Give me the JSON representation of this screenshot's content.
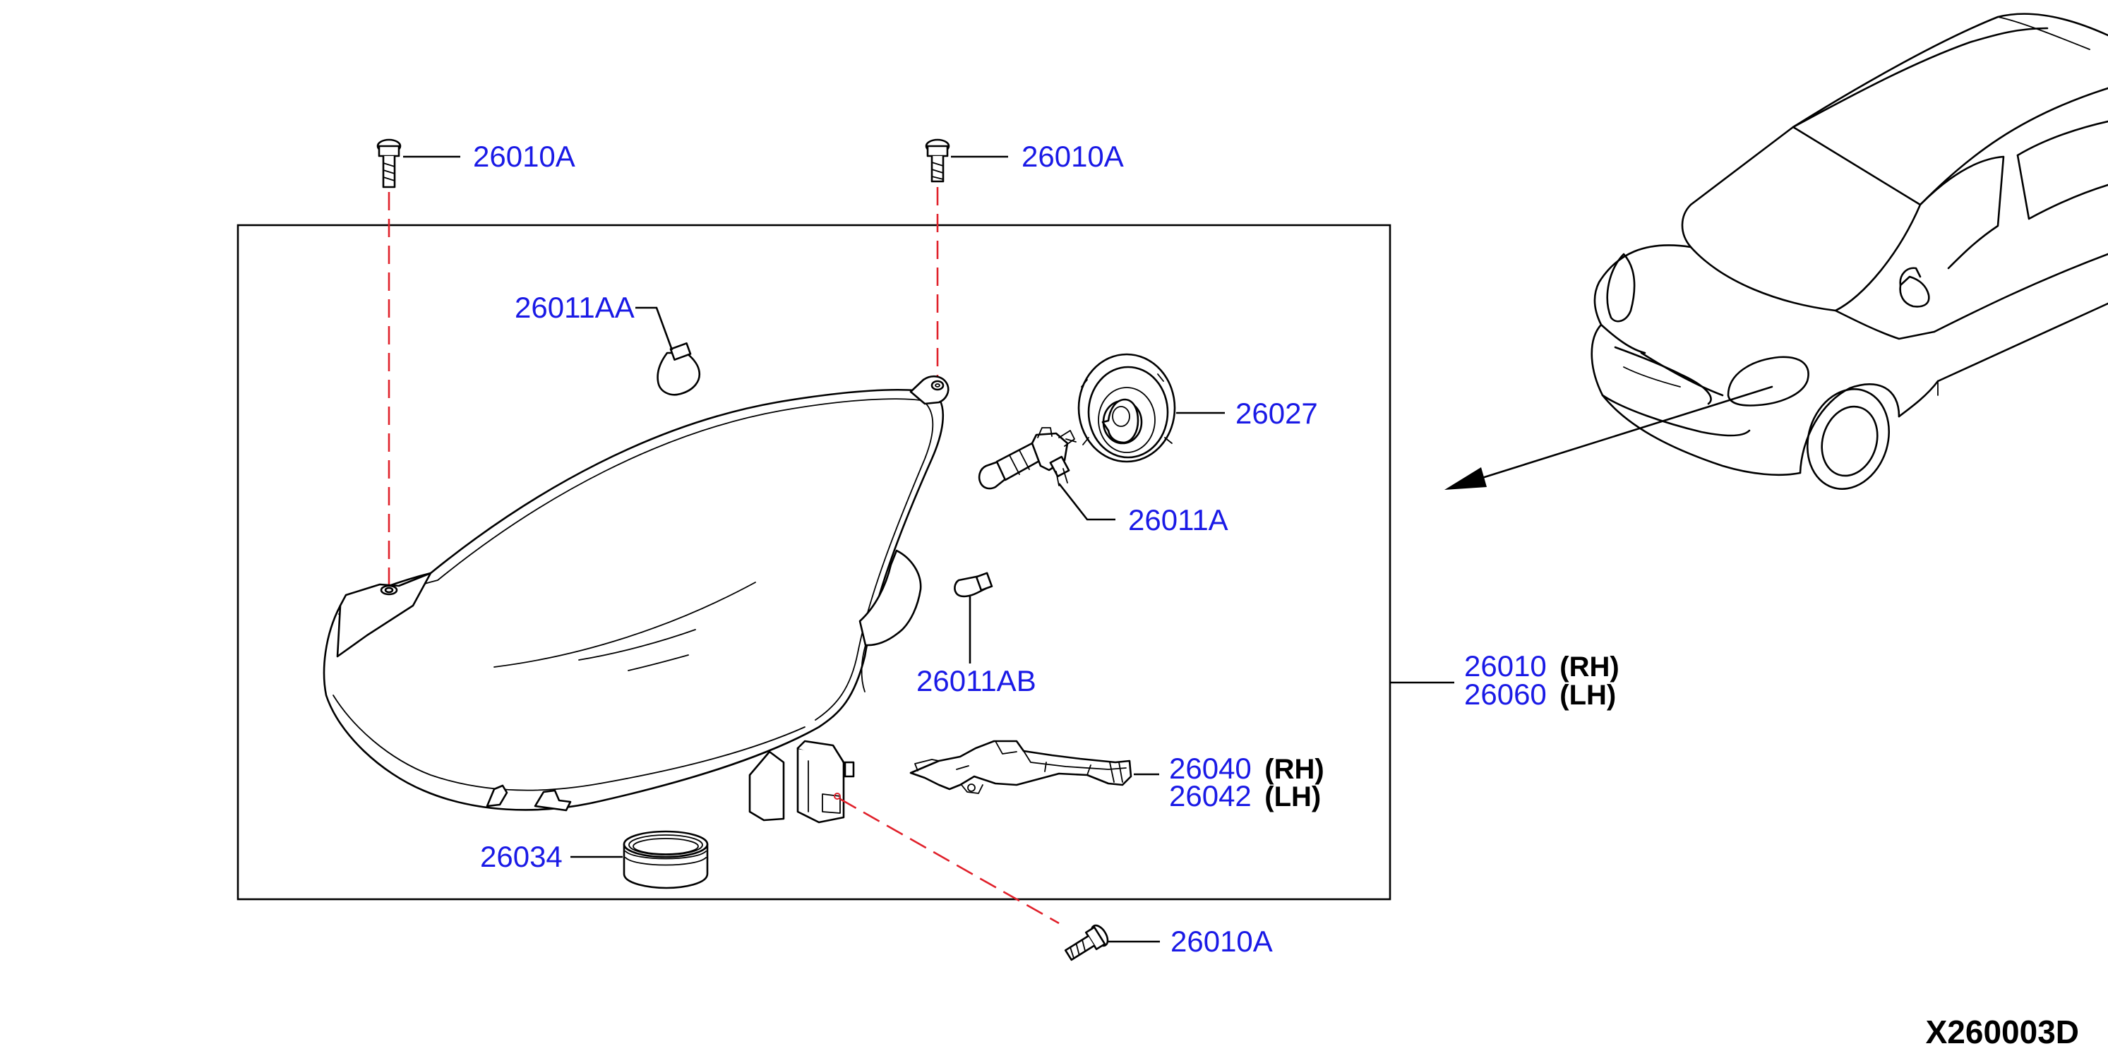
{
  "diagram_code": "X260003D",
  "callouts": {
    "bolt_top_left": "26010A",
    "bolt_top_right": "26010A",
    "bolt_bottom": "26010A",
    "bulb_26011aa": "26011AA",
    "cap_26027": "26027",
    "bulb_26011a": "26011A",
    "bulb_26011ab": "26011AB",
    "assembly_rh": {
      "part": "26010",
      "side": "(RH)"
    },
    "assembly_lh": {
      "part": "26060",
      "side": "(LH)"
    },
    "bracket_rh": {
      "part": "26040",
      "side": "(RH)"
    },
    "bracket_lh": {
      "part": "26042",
      "side": "(LH)"
    },
    "ring_26034": "26034"
  },
  "colors": {
    "label": "#1a1ae6",
    "line": "#000000",
    "dash": "#e0202a"
  }
}
